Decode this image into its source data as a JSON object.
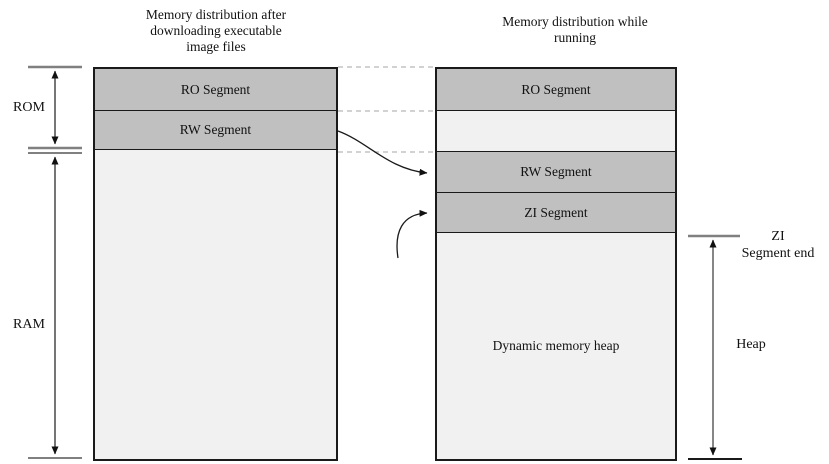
{
  "titles": {
    "left": "Memory distribution after\ndownloading executable\nimage files",
    "right": "Memory distribution while\nrunning"
  },
  "left_column": {
    "segments": [
      {
        "label": "RO Segment"
      },
      {
        "label": "RW Segment"
      }
    ]
  },
  "right_column": {
    "segments": [
      {
        "label": "RO Segment"
      },
      {
        "label": "RW Segment"
      },
      {
        "label": "ZI Segment"
      }
    ],
    "heap_label": "Dynamic memory heap"
  },
  "side_labels": {
    "rom": "ROM",
    "ram": "RAM",
    "zi_segment_end": "ZI\nSegment end",
    "heap": "Heap"
  },
  "colors": {
    "segment_fill": "#c0c0c0",
    "light_fill": "#f1f1f1",
    "border": "#1a1a1a",
    "tick": "#808080",
    "dashed_line": "#b8b8b8"
  }
}
